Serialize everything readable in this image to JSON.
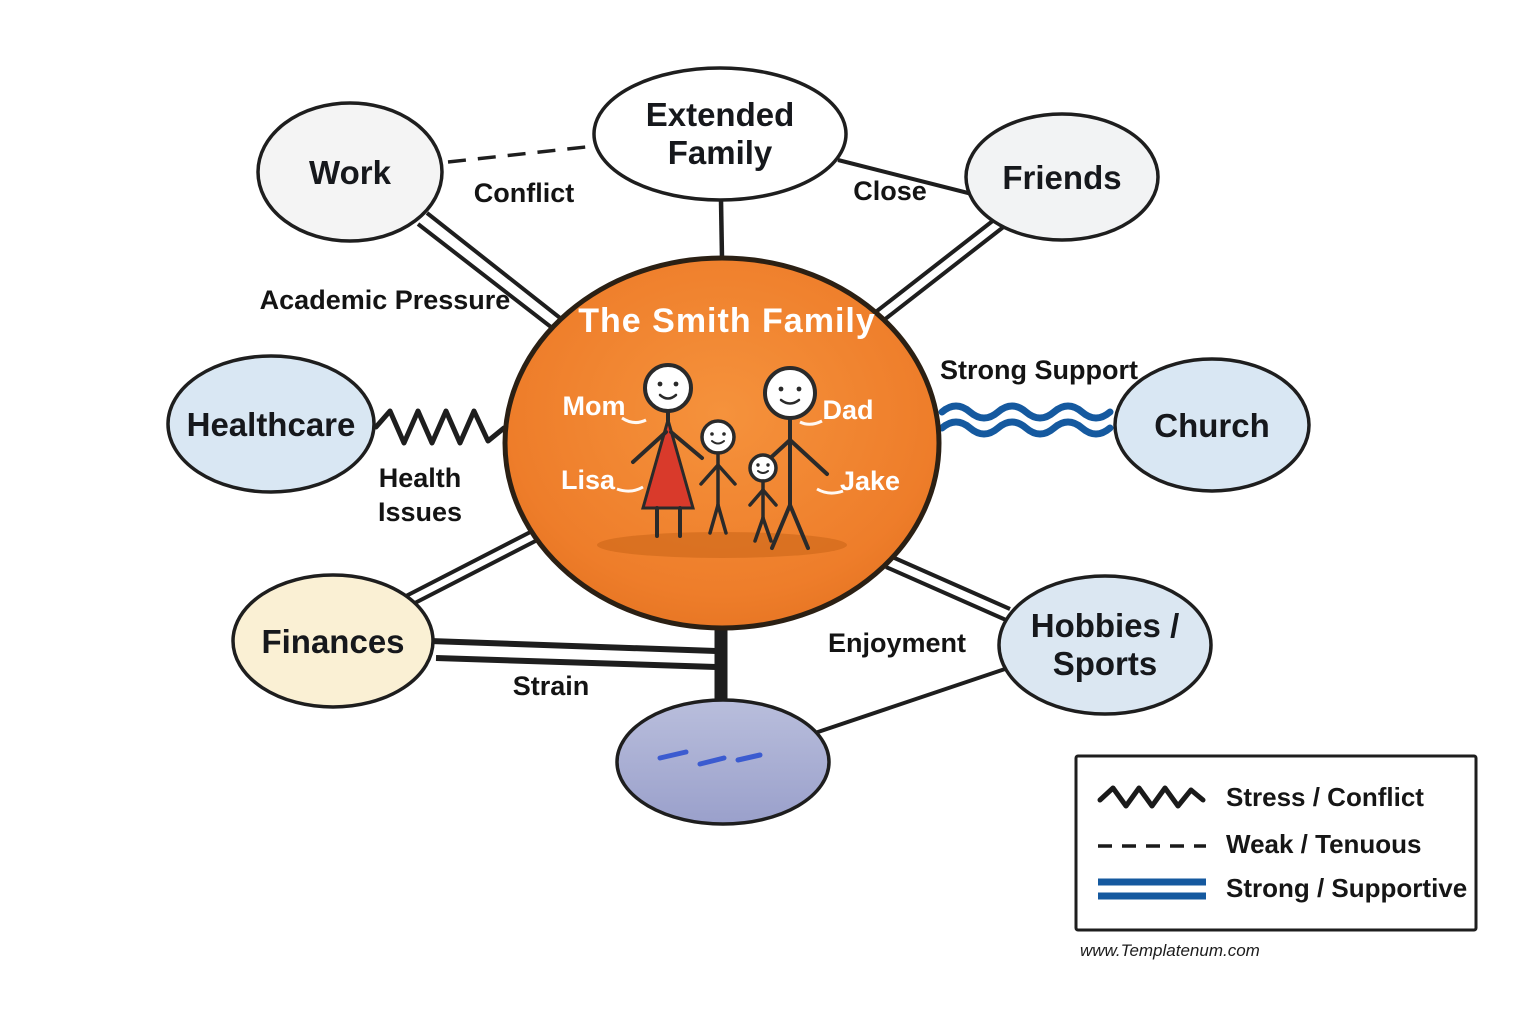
{
  "center": {
    "title": "The Smith Family",
    "members": {
      "mom": "Mom",
      "dad": "Dad",
      "lisa": "Lisa",
      "jake": "Jake"
    }
  },
  "nodes": {
    "work": {
      "lines": [
        "Work"
      ]
    },
    "extended_family": {
      "lines": [
        "Extended",
        "Family"
      ]
    },
    "friends": {
      "lines": [
        "Friends"
      ]
    },
    "healthcare": {
      "lines": [
        "Healthcare"
      ]
    },
    "church": {
      "lines": [
        "Church"
      ]
    },
    "finances": {
      "lines": [
        "Finances"
      ]
    },
    "hobbies_sports": {
      "lines": [
        "Hobbies /",
        "Sports"
      ]
    }
  },
  "edge_labels": {
    "conflict": "Conflict",
    "close": "Close",
    "academic_pressure": "Academic Pressure",
    "health_issues": [
      "Health",
      "Issues"
    ],
    "strong_support": "Strong Support",
    "strain": "Strain",
    "enjoyment": "Enjoyment"
  },
  "legend": {
    "items": [
      {
        "style": "zigzag",
        "label": "Stress / Conflict"
      },
      {
        "style": "dashed",
        "label": "Weak / Tenuous"
      },
      {
        "style": "double-solid",
        "label": "Strong / Supportive"
      }
    ]
  },
  "watermark": "www.Templatenum.com",
  "colors": {
    "center_fill": "#ee7d2a",
    "strong_support_line": "#15599f",
    "stress_line": "#1a1a1a",
    "dress_red": "#d93a2b"
  }
}
